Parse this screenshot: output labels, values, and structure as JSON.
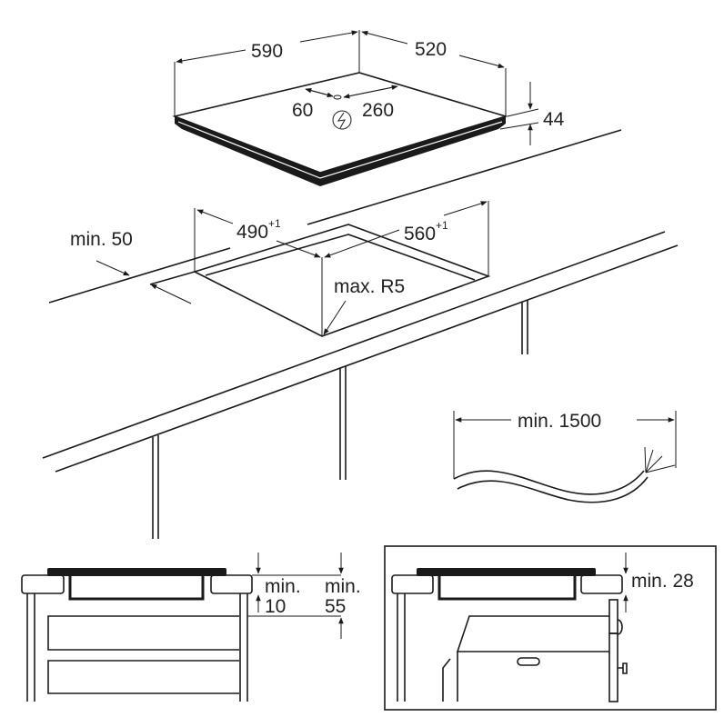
{
  "hob": {
    "width_label": "590",
    "depth_label": "520",
    "left_offset_label": "60",
    "right_offset_label": "260",
    "height_label": "44",
    "power_icon": "electric-connection-icon"
  },
  "cutout": {
    "width_label": "490",
    "width_tolerance": "+1",
    "depth_label": "560",
    "depth_tolerance": "+1",
    "corner_radius_label": "max. R5",
    "edge_distance_label": "min. 50"
  },
  "cable": {
    "length_label": "min. 1500"
  },
  "side_view_drawers": {
    "gap_label_1": "min.",
    "gap_value_1": "10",
    "gap_label_2": "min.",
    "gap_value_2": "55"
  },
  "side_view_oven": {
    "gap_label": "min. 28"
  }
}
